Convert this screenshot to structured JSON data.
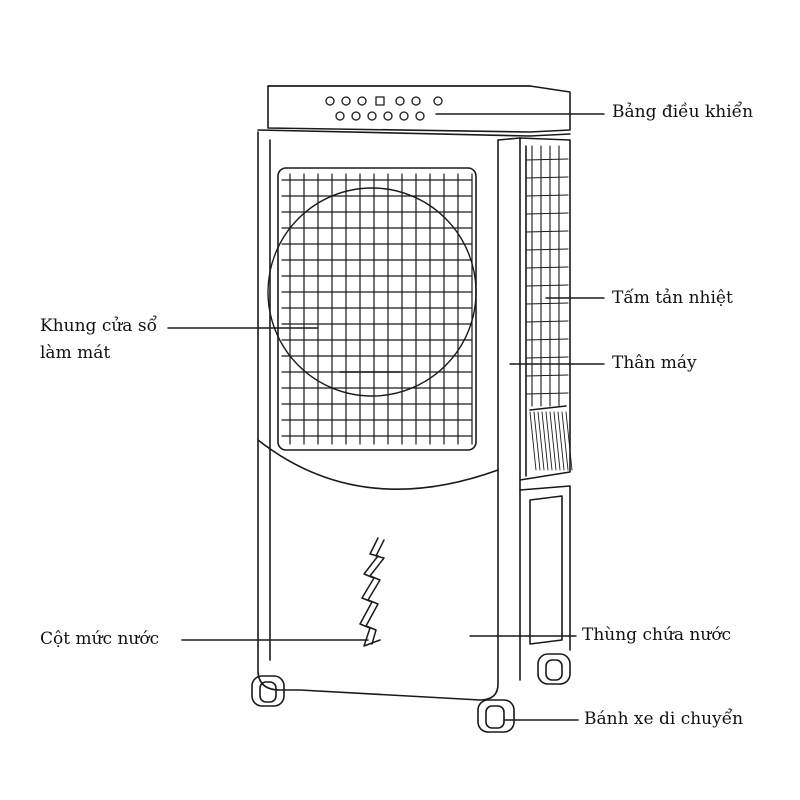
{
  "labels": {
    "control_panel": "Bảng điều khiển",
    "radiator": "Tấm tản nhiệt",
    "window_line1": "Khung cửa sổ",
    "window_line2": "làm mát",
    "body": "Thân máy",
    "water_column": "Cột mức nước",
    "water_tank": "Thùng chứa nước",
    "wheels": "Bánh xe di chuyển"
  },
  "colors": {
    "line": "#1a1a1a",
    "background": "#ffffff"
  }
}
